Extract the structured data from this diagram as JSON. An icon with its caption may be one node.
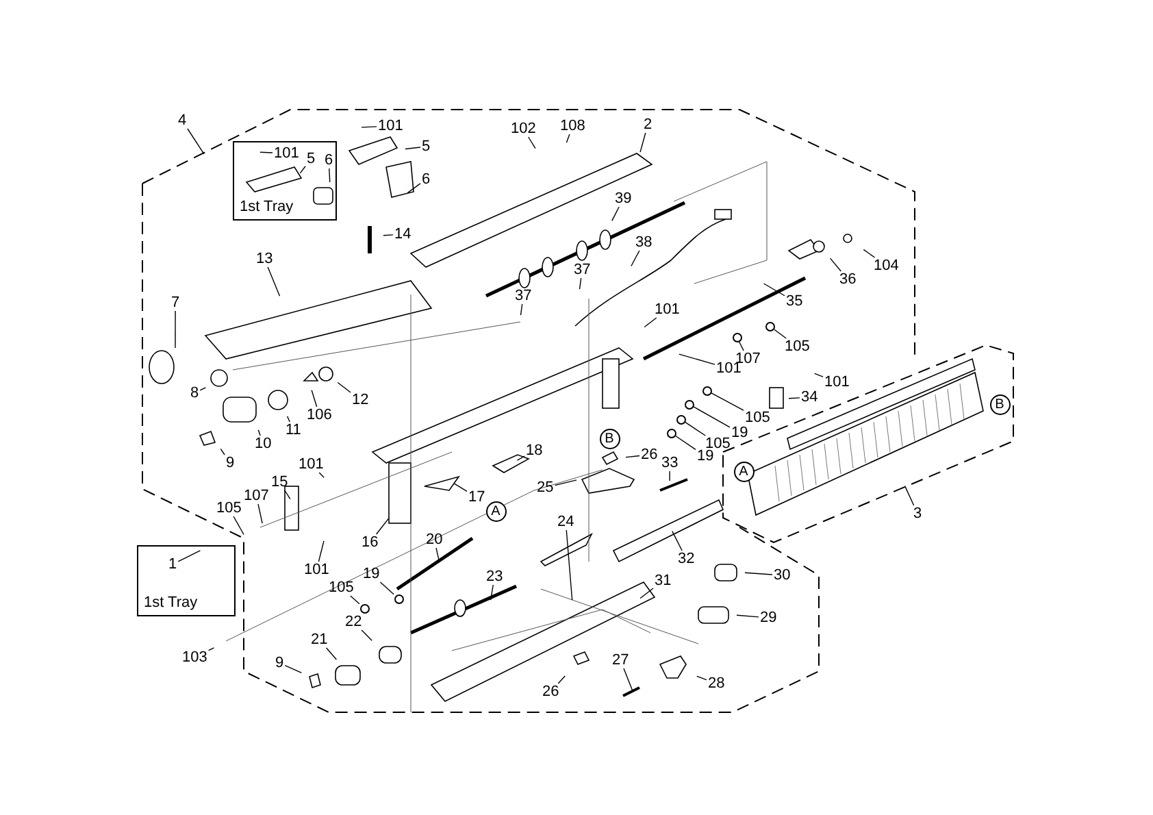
{
  "diagram": {
    "nodes": [
      {
        "text": [
          "4"
        ]
      },
      {
        "text": [
          "1st Tray"
        ]
      },
      {
        "text": [
          "101"
        ],
        "in": 1
      },
      {
        "text": [
          "5"
        ],
        "in": 1
      },
      {
        "text": [
          "6"
        ],
        "in": 1
      },
      {
        "text": [
          "101"
        ]
      },
      {
        "text": [
          "5"
        ]
      },
      {
        "text": [
          "6"
        ]
      },
      {
        "text": [
          "102"
        ]
      },
      {
        "text": [
          "108"
        ]
      },
      {
        "text": [
          "2"
        ]
      },
      {
        "text": [
          "39"
        ]
      },
      {
        "text": [
          "14"
        ]
      },
      {
        "text": [
          "38"
        ]
      },
      {
        "text": [
          "13"
        ]
      },
      {
        "text": [
          "37"
        ]
      },
      {
        "text": [
          "37"
        ]
      },
      {
        "text": [
          "36"
        ]
      },
      {
        "text": [
          "104"
        ]
      },
      {
        "text": [
          "35"
        ]
      },
      {
        "text": [
          "7"
        ]
      },
      {
        "text": [
          "101"
        ]
      },
      {
        "text": [
          "107"
        ]
      },
      {
        "text": [
          "105"
        ]
      },
      {
        "text": [
          "101"
        ]
      },
      {
        "text": [
          "101"
        ]
      },
      {
        "text": [
          "8"
        ]
      },
      {
        "text": [
          "106"
        ]
      },
      {
        "text": [
          "12"
        ]
      },
      {
        "text": [
          "34"
        ]
      },
      {
        "text": [
          "105"
        ]
      },
      {
        "text": [
          "19"
        ]
      },
      {
        "text": [
          "105"
        ]
      },
      {
        "text": [
          "19"
        ]
      },
      {
        "text": [
          "11"
        ]
      },
      {
        "text": [
          "10"
        ]
      },
      {
        "text": [
          "9"
        ]
      },
      {
        "text": [
          "B"
        ]
      },
      {
        "text": [
          "26"
        ]
      },
      {
        "text": [
          "33"
        ]
      },
      {
        "text": [
          "18"
        ]
      },
      {
        "text": [
          "25"
        ]
      },
      {
        "text": [
          "101"
        ]
      },
      {
        "text": [
          "15"
        ]
      },
      {
        "text": [
          "107"
        ]
      },
      {
        "text": [
          "105"
        ]
      },
      {
        "text": [
          "17"
        ]
      },
      {
        "text": [
          "A"
        ]
      },
      {
        "text": [
          "16"
        ]
      },
      {
        "text": [
          "101"
        ]
      },
      {
        "text": [
          "24"
        ]
      },
      {
        "text": [
          "20"
        ]
      },
      {
        "text": [
          "32"
        ]
      },
      {
        "text": [
          "1st Tray"
        ]
      },
      {
        "text": [
          "1"
        ],
        "in": 53
      },
      {
        "text": [
          "105"
        ]
      },
      {
        "text": [
          "19"
        ]
      },
      {
        "text": [
          "23"
        ]
      },
      {
        "text": [
          "31"
        ]
      },
      {
        "text": [
          "30"
        ]
      },
      {
        "text": [
          "22"
        ]
      },
      {
        "text": [
          "29"
        ]
      },
      {
        "text": [
          "21"
        ]
      },
      {
        "text": [
          "103"
        ]
      },
      {
        "text": [
          "9"
        ]
      },
      {
        "text": [
          "27"
        ]
      },
      {
        "text": [
          "28"
        ]
      },
      {
        "text": [
          "26"
        ]
      },
      {
        "text": [
          "3"
        ]
      },
      {
        "text": [
          "A"
        ]
      },
      {
        "text": [
          "B"
        ]
      },
      {
        "text": [],
        "shape": "circle"
      },
      {
        "text": [],
        "shape": "circle"
      },
      {
        "text": [],
        "shape": "circle"
      },
      {
        "text": [],
        "shape": "circle"
      },
      {
        "text": [],
        "shape": "circle"
      },
      {
        "text": [],
        "shape": "circle"
      },
      {
        "text": [],
        "shape": "circle"
      },
      {
        "text": [],
        "shape": "circle"
      }
    ],
    "edges": [
      {
        "from": 0,
        "to": null,
        "arrow": "none"
      },
      {
        "from": 2,
        "to": null,
        "arrow": "none"
      },
      {
        "from": 3,
        "to": null,
        "arrow": "none"
      },
      {
        "from": 4,
        "to": null,
        "arrow": "none"
      },
      {
        "from": 5,
        "to": null,
        "arrow": "none"
      },
      {
        "from": 6,
        "to": null,
        "arrow": "none"
      },
      {
        "from": 7,
        "to": null,
        "arrow": "none"
      },
      {
        "from": 8,
        "to": null,
        "arrow": "none"
      },
      {
        "from": 9,
        "to": null,
        "arrow": "none"
      },
      {
        "from": 10,
        "to": null,
        "arrow": "none"
      },
      {
        "from": 11,
        "to": null,
        "arrow": "none"
      },
      {
        "from": 12,
        "to": null,
        "arrow": "none"
      },
      {
        "from": 13,
        "to": null,
        "arrow": "none"
      },
      {
        "from": 14,
        "to": null,
        "arrow": "none"
      },
      {
        "from": 15,
        "to": null,
        "arrow": "none"
      },
      {
        "from": 16,
        "to": null,
        "arrow": "none"
      },
      {
        "from": 17,
        "to": null,
        "arrow": "none"
      },
      {
        "from": 18,
        "to": null,
        "arrow": "none"
      },
      {
        "from": 19,
        "to": null,
        "arrow": "none"
      },
      {
        "from": 20,
        "to": null,
        "arrow": "none"
      },
      {
        "from": 21,
        "to": null,
        "arrow": "none"
      },
      {
        "from": 22,
        "to": 71,
        "arrow": "none"
      },
      {
        "from": 23,
        "to": 72,
        "arrow": "none"
      },
      {
        "from": 24,
        "to": null,
        "arrow": "none"
      },
      {
        "from": 25,
        "to": null,
        "arrow": "none"
      },
      {
        "from": 26,
        "to": null,
        "arrow": "none"
      },
      {
        "from": 27,
        "to": null,
        "arrow": "none"
      },
      {
        "from": 28,
        "to": null,
        "arrow": "none"
      },
      {
        "from": 29,
        "to": null,
        "arrow": "none"
      },
      {
        "from": 30,
        "to": 73,
        "arrow": "none"
      },
      {
        "from": 31,
        "to": 74,
        "arrow": "none"
      },
      {
        "from": 32,
        "to": 75,
        "arrow": "none"
      },
      {
        "from": 33,
        "to": 76,
        "arrow": "none"
      },
      {
        "from": 34,
        "to": null,
        "arrow": "none"
      },
      {
        "from": 35,
        "to": null,
        "arrow": "none"
      },
      {
        "from": 36,
        "to": null,
        "arrow": "none"
      },
      {
        "from": 38,
        "to": null,
        "arrow": "none"
      },
      {
        "from": 39,
        "to": null,
        "arrow": "none"
      },
      {
        "from": 40,
        "to": null,
        "arrow": "none"
      },
      {
        "from": 41,
        "to": null,
        "arrow": "none"
      },
      {
        "from": 42,
        "to": null,
        "arrow": "none"
      },
      {
        "from": 43,
        "to": null,
        "arrow": "none"
      },
      {
        "from": 44,
        "to": null,
        "arrow": "none"
      },
      {
        "from": 45,
        "to": null,
        "arrow": "none"
      },
      {
        "from": 46,
        "to": null,
        "arrow": "none"
      },
      {
        "from": 48,
        "to": null,
        "arrow": "none"
      },
      {
        "from": 49,
        "to": null,
        "arrow": "none"
      },
      {
        "from": 50,
        "to": null,
        "arrow": "none"
      },
      {
        "from": 51,
        "to": null,
        "arrow": "none"
      },
      {
        "from": 52,
        "to": null,
        "arrow": "none"
      },
      {
        "from": 54,
        "to": null,
        "arrow": "none"
      },
      {
        "from": 55,
        "to": 77,
        "arrow": "none"
      },
      {
        "from": 56,
        "to": 78,
        "arrow": "none"
      },
      {
        "from": 57,
        "to": null,
        "arrow": "none"
      },
      {
        "from": 58,
        "to": null,
        "arrow": "none"
      },
      {
        "from": 59,
        "to": null,
        "arrow": "none"
      },
      {
        "from": 60,
        "to": null,
        "arrow": "none"
      },
      {
        "from": 61,
        "to": null,
        "arrow": "none"
      },
      {
        "from": 62,
        "to": null,
        "arrow": "none"
      },
      {
        "from": 63,
        "to": null,
        "arrow": "none"
      },
      {
        "from": 64,
        "to": null,
        "arrow": "none"
      },
      {
        "from": 65,
        "to": null,
        "arrow": "none"
      },
      {
        "from": 66,
        "to": null,
        "arrow": "none"
      },
      {
        "from": 67,
        "to": null,
        "arrow": "none"
      },
      {
        "from": 68,
        "to": null,
        "arrow": "none"
      }
    ]
  }
}
